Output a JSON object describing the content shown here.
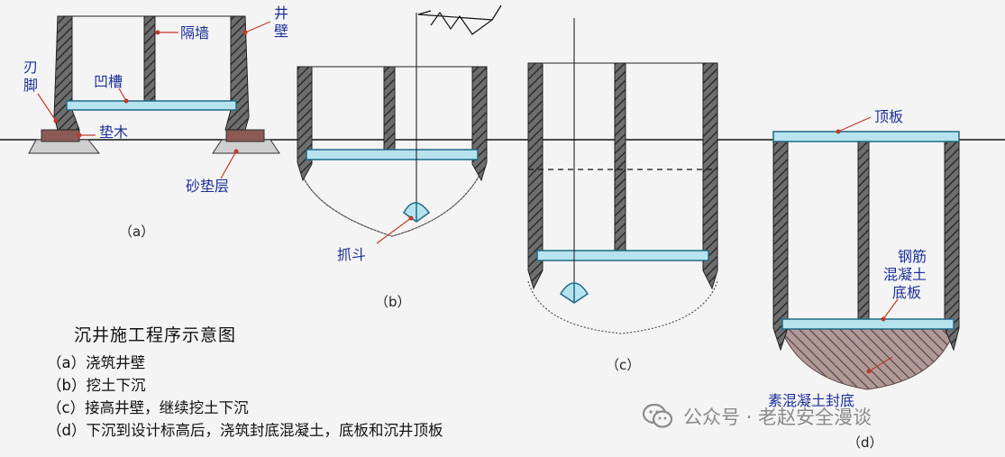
{
  "labels": {
    "partition_wall": "隔墙",
    "well_wall": "井壁",
    "cutting_edge": "刃脚",
    "groove": "凹槽",
    "bearing_pad": "垫木",
    "sand_cushion": "砂垫层",
    "grab_bucket": "抓斗",
    "roof_slab": "顶板",
    "rc_bottom_slab": [
      "钢筋",
      "混凝土",
      "底板"
    ],
    "plain_concrete_seal": "素混凝土封底"
  },
  "panel_tags": {
    "a": "（a）",
    "b": "（b）",
    "c": "（c）",
    "d": "（d）"
  },
  "legend": {
    "title": "沉井施工程序示意图",
    "steps": [
      "（a）浇筑井壁",
      "（b）挖土下沉",
      "（c）接高井壁，继续挖土下沉",
      "（d）下沉到设计标高后，浇筑封底混凝土，底板和沉井顶板"
    ]
  },
  "watermark": "公众号 · 老赵安全漫谈",
  "colors": {
    "wall_hatch": "#4a4a4a",
    "slab_fill": "#b7e3ef",
    "slab_stroke": "#1e6a86",
    "pad_fill": "#8b5a55",
    "label_blue": "#1d2f9a",
    "leader_red": "#c0392b",
    "seal_fill": "#a58583"
  }
}
